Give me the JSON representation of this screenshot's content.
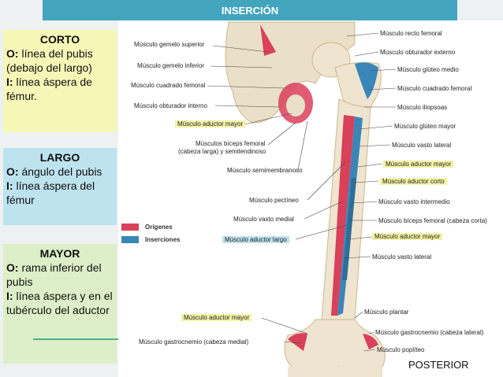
{
  "header": {
    "title": "INSERCIÓN"
  },
  "cards": {
    "corto": {
      "title": "CORTO",
      "o_label": "O:",
      "o_text": " línea del pubis (debajo del largo)",
      "i_label": "I:",
      "i_text": " línea áspera de fémur."
    },
    "largo": {
      "title": "LARGO",
      "o_label": "O:",
      "o_text": " ángulo del pubis",
      "i_label": "I:",
      "i_text": " línea áspera del fémur"
    },
    "mayor": {
      "title": "MAYOR",
      "o_label": "O:",
      "o_text": " rama inferior del pubis",
      "i_label": "I:",
      "i_text": " línea áspera y en el tubérculo del aductor"
    }
  },
  "labels_left": [
    "Músculo gemelo superior",
    "Músculo gemelo inferior",
    "Músculo cuadrado femoral",
    "Músculo obturador interno",
    "Músculo aductor mayor",
    "Músculos bíceps femoral",
    "(cabeza larga) y semitendinoso",
    "Músculo semimembranoso",
    "Músculo pectíneo",
    "Músculo vasto medial",
    "Músculo aductor largo",
    "Músculo aductor mayor",
    "Músculo gastrocnemio (cabeza medial)"
  ],
  "labels_right": [
    "Músculo recto femoral",
    "Músculo obturador externo",
    "Músculo glúteo medio",
    "Músculo cuadrado femoral",
    "Músculo iliopsoas",
    "Músculo glúteo mayor",
    "Músculo vasto lateral",
    "Músculo aductor mayor",
    "Músculo aductor corto",
    "Músculo vasto intermedio",
    "Músculo bíceps femoral (cabeza corta)",
    "Músculo aductor mayor",
    "Músculo vasto lateral",
    "Músculo plantar",
    "Músculo gastrocnemio (cabeza lateral)",
    "Músculo poplíteo"
  ],
  "legend": {
    "origins": "Orígenes",
    "insertions": "Inserciones"
  },
  "colors": {
    "origin": "#d9405a",
    "insertion": "#3a86b8",
    "header": "#43a5bd"
  },
  "footer": {
    "view": "POSTERIOR"
  }
}
